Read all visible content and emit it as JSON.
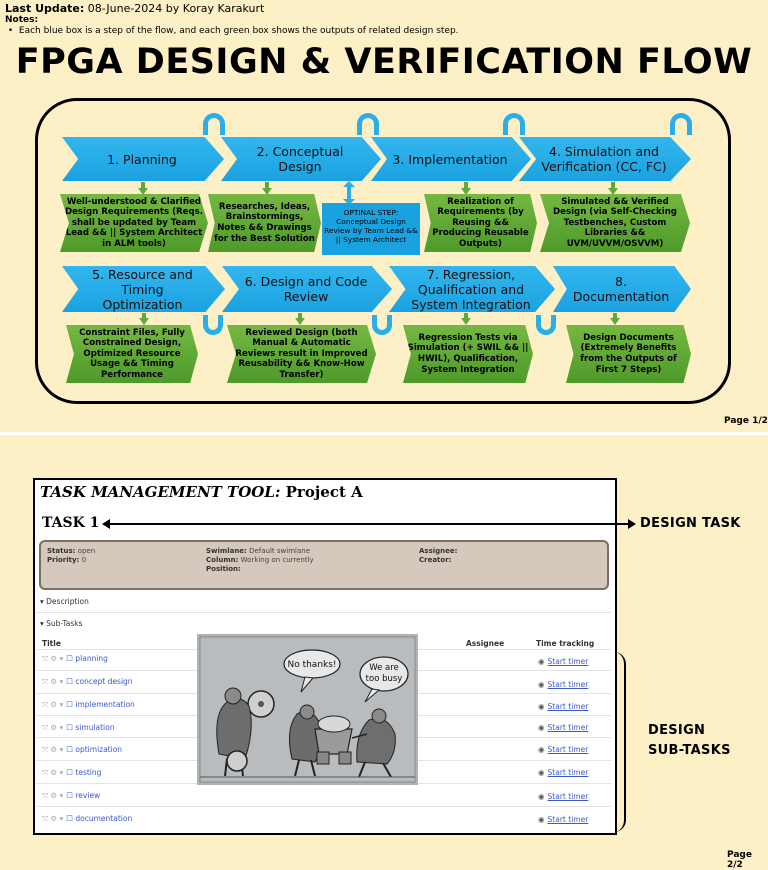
{
  "header": {
    "last_update_label": "Last Update:",
    "last_update_value": "08-June-2024 by Koray Karakurt",
    "notes_label": "Notes:",
    "note_item": "Each blue box is a step of the flow, and each green box shows the outputs of related design step."
  },
  "diagram": {
    "title": "FPGA DESIGN & VERIFICATION FLOW",
    "steps": [
      {
        "label": "1. Planning",
        "output": "Well-understood & Clarified Design Requirements (Reqs. shall be updated by Team Lead && || System Architect in ALM tools)"
      },
      {
        "label": "2. Conceptual Design",
        "output": "Researches, Ideas, Brainstormings, Notes && Drawings for the Best Solution"
      },
      {
        "label": "3. Implementation",
        "output": "Realization of Requirements (by Reusing && Producing Reusable Outputs)"
      },
      {
        "label": "4. Simulation and Verification (CC, FC)",
        "output": "Simulated && Verified Design (via Self-Checking Testbenches, Custom Libraries && UVM/UVVM/OSVVM)"
      },
      {
        "label": "5. Resource and Timing Optimization",
        "output": "Constraint Files, Fully Constrained Design, Optimized Resource Usage && Timing Performance"
      },
      {
        "label": "6. Design and Code Review",
        "output": "Reviewed Design (both Manual & Automatic Reviews result in Improved Reusability && Know-How Transfer)"
      },
      {
        "label": "7. Regression, Qualification and System Integration",
        "output": "Regression Tests via Simulation (+ SWIL && || HWIL), Qualification, System Integration"
      },
      {
        "label": "8. Documentation",
        "output": "Design Documents (Extremely Benefits from the Outputs of First 7 Steps)"
      }
    ],
    "optional_step": "OPTINAL STEP: Conceptual Design Review by Team Lead && || System Architect",
    "page1": "Page 1/2"
  },
  "tool": {
    "title_italic": "TASK MANAGEMENT TOOL:",
    "title_project": "Project A",
    "task": "TASK 1",
    "design_task_label": "DESIGN TASK",
    "info": {
      "status_label": "Status:",
      "status_value": "open",
      "priority_label": "Priority:",
      "priority_value": "0",
      "swimlane_label": "Swimlane:",
      "swimlane_value": "Default swimlane",
      "column_label": "Column:",
      "column_value": "Working on currently",
      "position_label": "Position:",
      "assignee_label": "Assignee:",
      "creator_label": "Creator:"
    },
    "description": "▾ Description",
    "subtasks": "▾ Sub-Tasks",
    "col_title": "Title",
    "col_assignee": "Assignee",
    "col_time": "Time tracking",
    "rows": [
      "planning",
      "concept design",
      "implementation",
      "simulation",
      "optimization",
      "testing",
      "review",
      "documentation"
    ],
    "start_timer": "Start timer",
    "cartoon": {
      "bubble1": "No thanks!",
      "bubble2": "We are too busy"
    },
    "design_subtasks_label_1": "DESIGN",
    "design_subtasks_label_2": "SUB-TASKS",
    "page2": "Page 2/2"
  }
}
